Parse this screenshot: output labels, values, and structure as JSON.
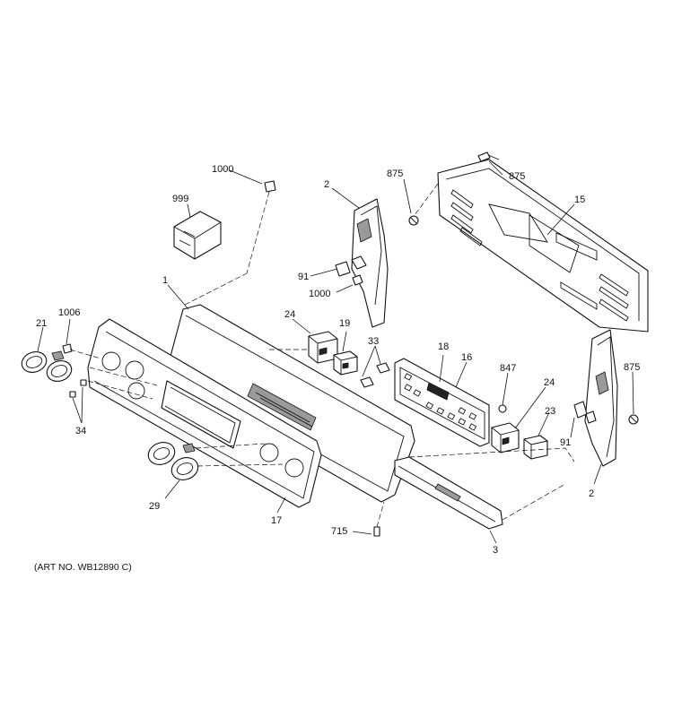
{
  "art_number": "(ART NO. WB12890 C)",
  "callouts": [
    {
      "id": "c999",
      "text": "999"
    },
    {
      "id": "c1000a",
      "text": "1000"
    },
    {
      "id": "c1",
      "text": "1"
    },
    {
      "id": "c2a",
      "text": "2"
    },
    {
      "id": "c875a",
      "text": "875"
    },
    {
      "id": "c875b",
      "text": "875"
    },
    {
      "id": "c15",
      "text": "15"
    },
    {
      "id": "c91a",
      "text": "91"
    },
    {
      "id": "c1000b",
      "text": "1000"
    },
    {
      "id": "c21",
      "text": "21"
    },
    {
      "id": "c1006",
      "text": "1006"
    },
    {
      "id": "c24a",
      "text": "24"
    },
    {
      "id": "c19",
      "text": "19"
    },
    {
      "id": "c33",
      "text": "33"
    },
    {
      "id": "c18",
      "text": "18"
    },
    {
      "id": "c16",
      "text": "16"
    },
    {
      "id": "c847",
      "text": "847"
    },
    {
      "id": "c24b",
      "text": "24"
    },
    {
      "id": "c875c",
      "text": "875"
    },
    {
      "id": "c23",
      "text": "23"
    },
    {
      "id": "c91b",
      "text": "91"
    },
    {
      "id": "c34",
      "text": "34"
    },
    {
      "id": "c29",
      "text": "29"
    },
    {
      "id": "c17",
      "text": "17"
    },
    {
      "id": "c715",
      "text": "715"
    },
    {
      "id": "c3",
      "text": "3"
    },
    {
      "id": "c2b",
      "text": "2"
    }
  ]
}
